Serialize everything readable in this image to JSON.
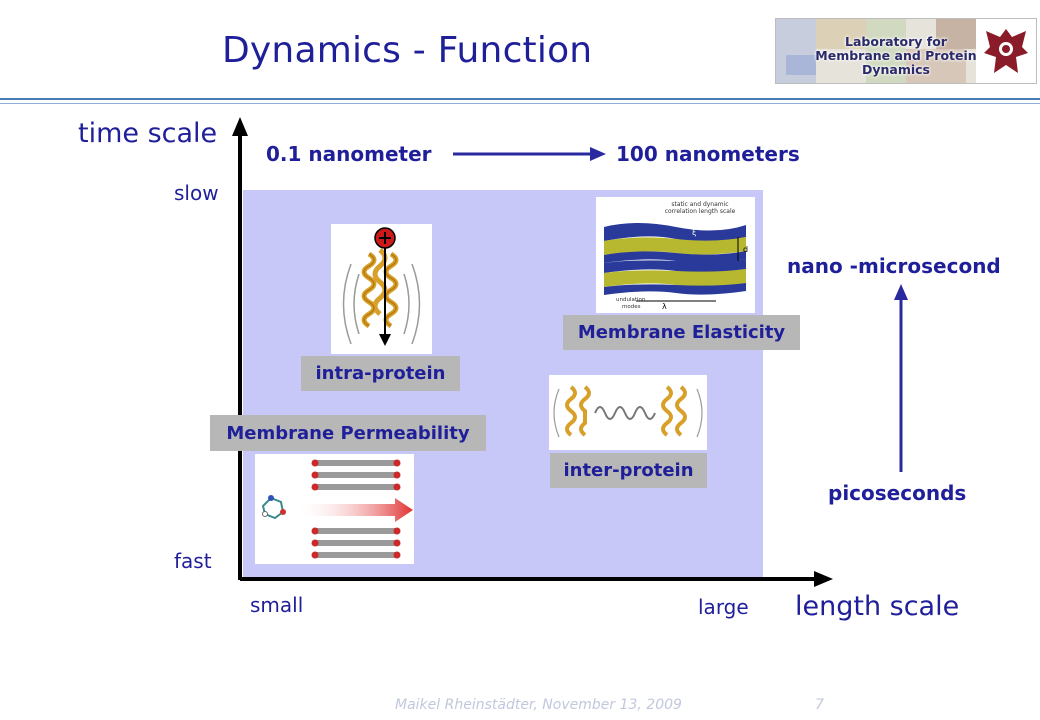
{
  "slide": {
    "title": "Dynamics - Function",
    "logo_text": "Laboratory for Membrane and Protein Dynamics",
    "footer_author_date": "Maikel Rheinstädter, November 13, 2009",
    "footer_page": "7"
  },
  "axes": {
    "y_title": "time scale",
    "y_top": "slow",
    "y_bottom": "fast",
    "x_title": "length scale",
    "x_left": "small",
    "x_right": "large"
  },
  "length_range": {
    "from": "0.1 nanometer",
    "to": "100 nanometers"
  },
  "time_range": {
    "top": "nano -microsecond",
    "bottom": "picoseconds"
  },
  "labels": {
    "intra_protein": "intra-protein",
    "membrane_permeability": "Membrane Permeability",
    "membrane_elasticity": "Membrane Elasticity",
    "inter_protein": "inter-protein"
  },
  "figure_texts": {
    "static_dynamic": "static and dynamic correlation length scale",
    "undulation": "undulation modes",
    "dz": "d",
    "xi": "ξ",
    "lambda": "λ"
  },
  "colors": {
    "title_blue": "#1f1f9a",
    "region": "#c7c8f7",
    "label_gray": "#b7b7b7",
    "arrow_blue": "#2a2aa0"
  }
}
